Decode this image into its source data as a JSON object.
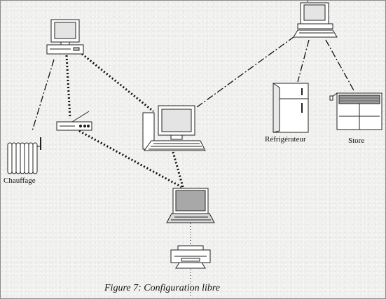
{
  "labels": {
    "chauffage": "Chauffage",
    "refrigerateur": "Réfrigérateur",
    "store": "Store"
  },
  "caption": "Figure 7: Configuration libre",
  "colors": {
    "background": "#f0f0ee",
    "line": "#111111",
    "device_fill": "#ffffff",
    "screen_fill": "#e4e4e4",
    "laptop_screen": "#a8a8a8"
  },
  "icons": [
    "desktop-computer-icon",
    "network-hub-icon",
    "radiator-icon",
    "central-computer-icon",
    "laptop-icon",
    "printer-icon",
    "refrigerator-icon",
    "window-blind-icon"
  ]
}
